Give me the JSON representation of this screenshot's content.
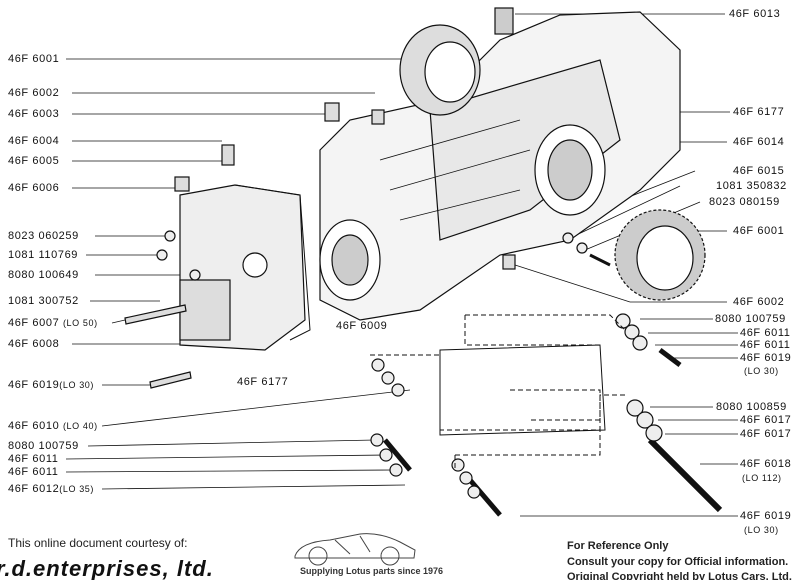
{
  "left_labels": [
    {
      "part": "46F 6001"
    },
    {
      "part": "46F 6002"
    },
    {
      "part": "46F 6003"
    },
    {
      "part": "46F 6004"
    },
    {
      "part": "46F 6005"
    },
    {
      "part": "46F 6006"
    },
    {
      "part": "8023 060259"
    },
    {
      "part": "1081 110769"
    },
    {
      "part": "8080 100649"
    },
    {
      "part": "1081 300752"
    },
    {
      "part": "46F 6007",
      "note": "(LO 50)"
    },
    {
      "part": "46F 6008"
    },
    {
      "part": "46F 6019",
      "note": "(LO 30)"
    },
    {
      "part": "46F 6010",
      "note": "(LO 40)"
    },
    {
      "part": "8080 100759"
    },
    {
      "part": "46F 6011"
    },
    {
      "part": "46F 6011"
    },
    {
      "part": "46F 6012",
      "note": "(LO 35)"
    }
  ],
  "right_labels": [
    {
      "part": "46F 6013"
    },
    {
      "part": "46F 6177"
    },
    {
      "part": "46F 6014"
    },
    {
      "part": "46F 6015"
    },
    {
      "part": "1081 350832"
    },
    {
      "part": "8023 080159"
    },
    {
      "part": "46F 6001"
    },
    {
      "part": "46F 6002"
    },
    {
      "part": "8080 100759"
    },
    {
      "part": "46F 6011"
    },
    {
      "part": "46F 6011"
    },
    {
      "part": "46F 6019",
      "note": "(LO 30)"
    },
    {
      "part": "8080 100859"
    },
    {
      "part": "46F 6017"
    },
    {
      "part": "46F 6017"
    },
    {
      "part": "46F 6018",
      "note": "(LO 112)"
    },
    {
      "part": "46F 6019",
      "note": "(LO 30)"
    }
  ],
  "center_labels": [
    {
      "part": "46F 6009"
    },
    {
      "part": "46F 6177"
    }
  ],
  "footer": {
    "courtesy": "This online document courtesy of:",
    "company": "r.d.enterprises, ltd.",
    "tagline": "Supplying Lotus parts since 1976",
    "reference": "For Reference Only",
    "consult": "Consult your copy for Official information.",
    "copyright": "Original Copyright held by Lotus Cars, Ltd."
  }
}
